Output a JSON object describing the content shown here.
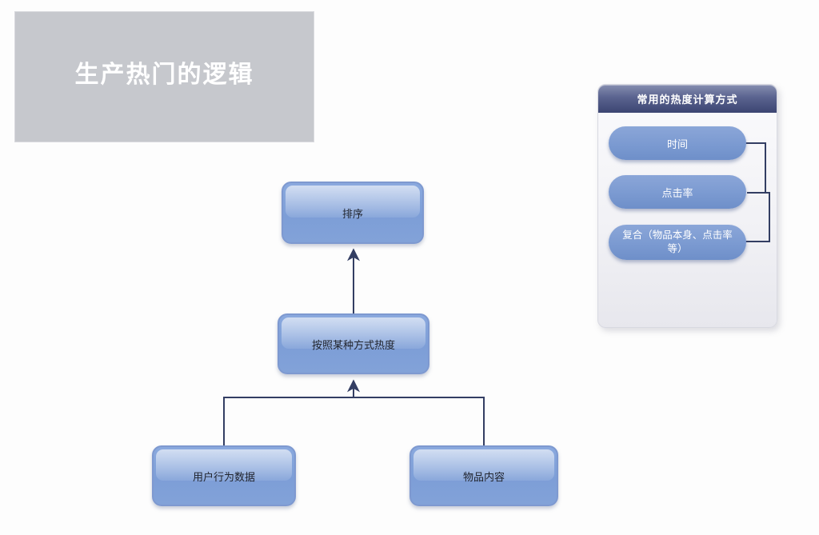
{
  "title_card": {
    "label": "生产热门的逻辑"
  },
  "flowchart": {
    "nodes": {
      "sort": "排序",
      "heat_method": "按照某种方式热度",
      "user_behavior": "用户行为数据",
      "item_content": "物品内容"
    },
    "edges": [
      "用户行为数据 → 按照某种方式热度",
      "物品内容 → 按照某种方式热度",
      "按照某种方式热度 → 排序"
    ]
  },
  "side_panel": {
    "header": "常用的热度计算方式",
    "items": [
      {
        "label": "时间"
      },
      {
        "label": "点击率"
      },
      {
        "label": "复合（物品本身、点击率等）"
      }
    ],
    "links": [
      "时间 — 点击率",
      "点击率 — 复合（物品本身、点击率等）"
    ]
  },
  "colors": {
    "title_card_bg": "#c6c8cd",
    "node_fill": "#7fa0d6",
    "node_border": "#7e99d0",
    "pill_fill": "#7b9ad1",
    "panel_header_bg": "#3c4572",
    "connector_line": "#333e63"
  }
}
